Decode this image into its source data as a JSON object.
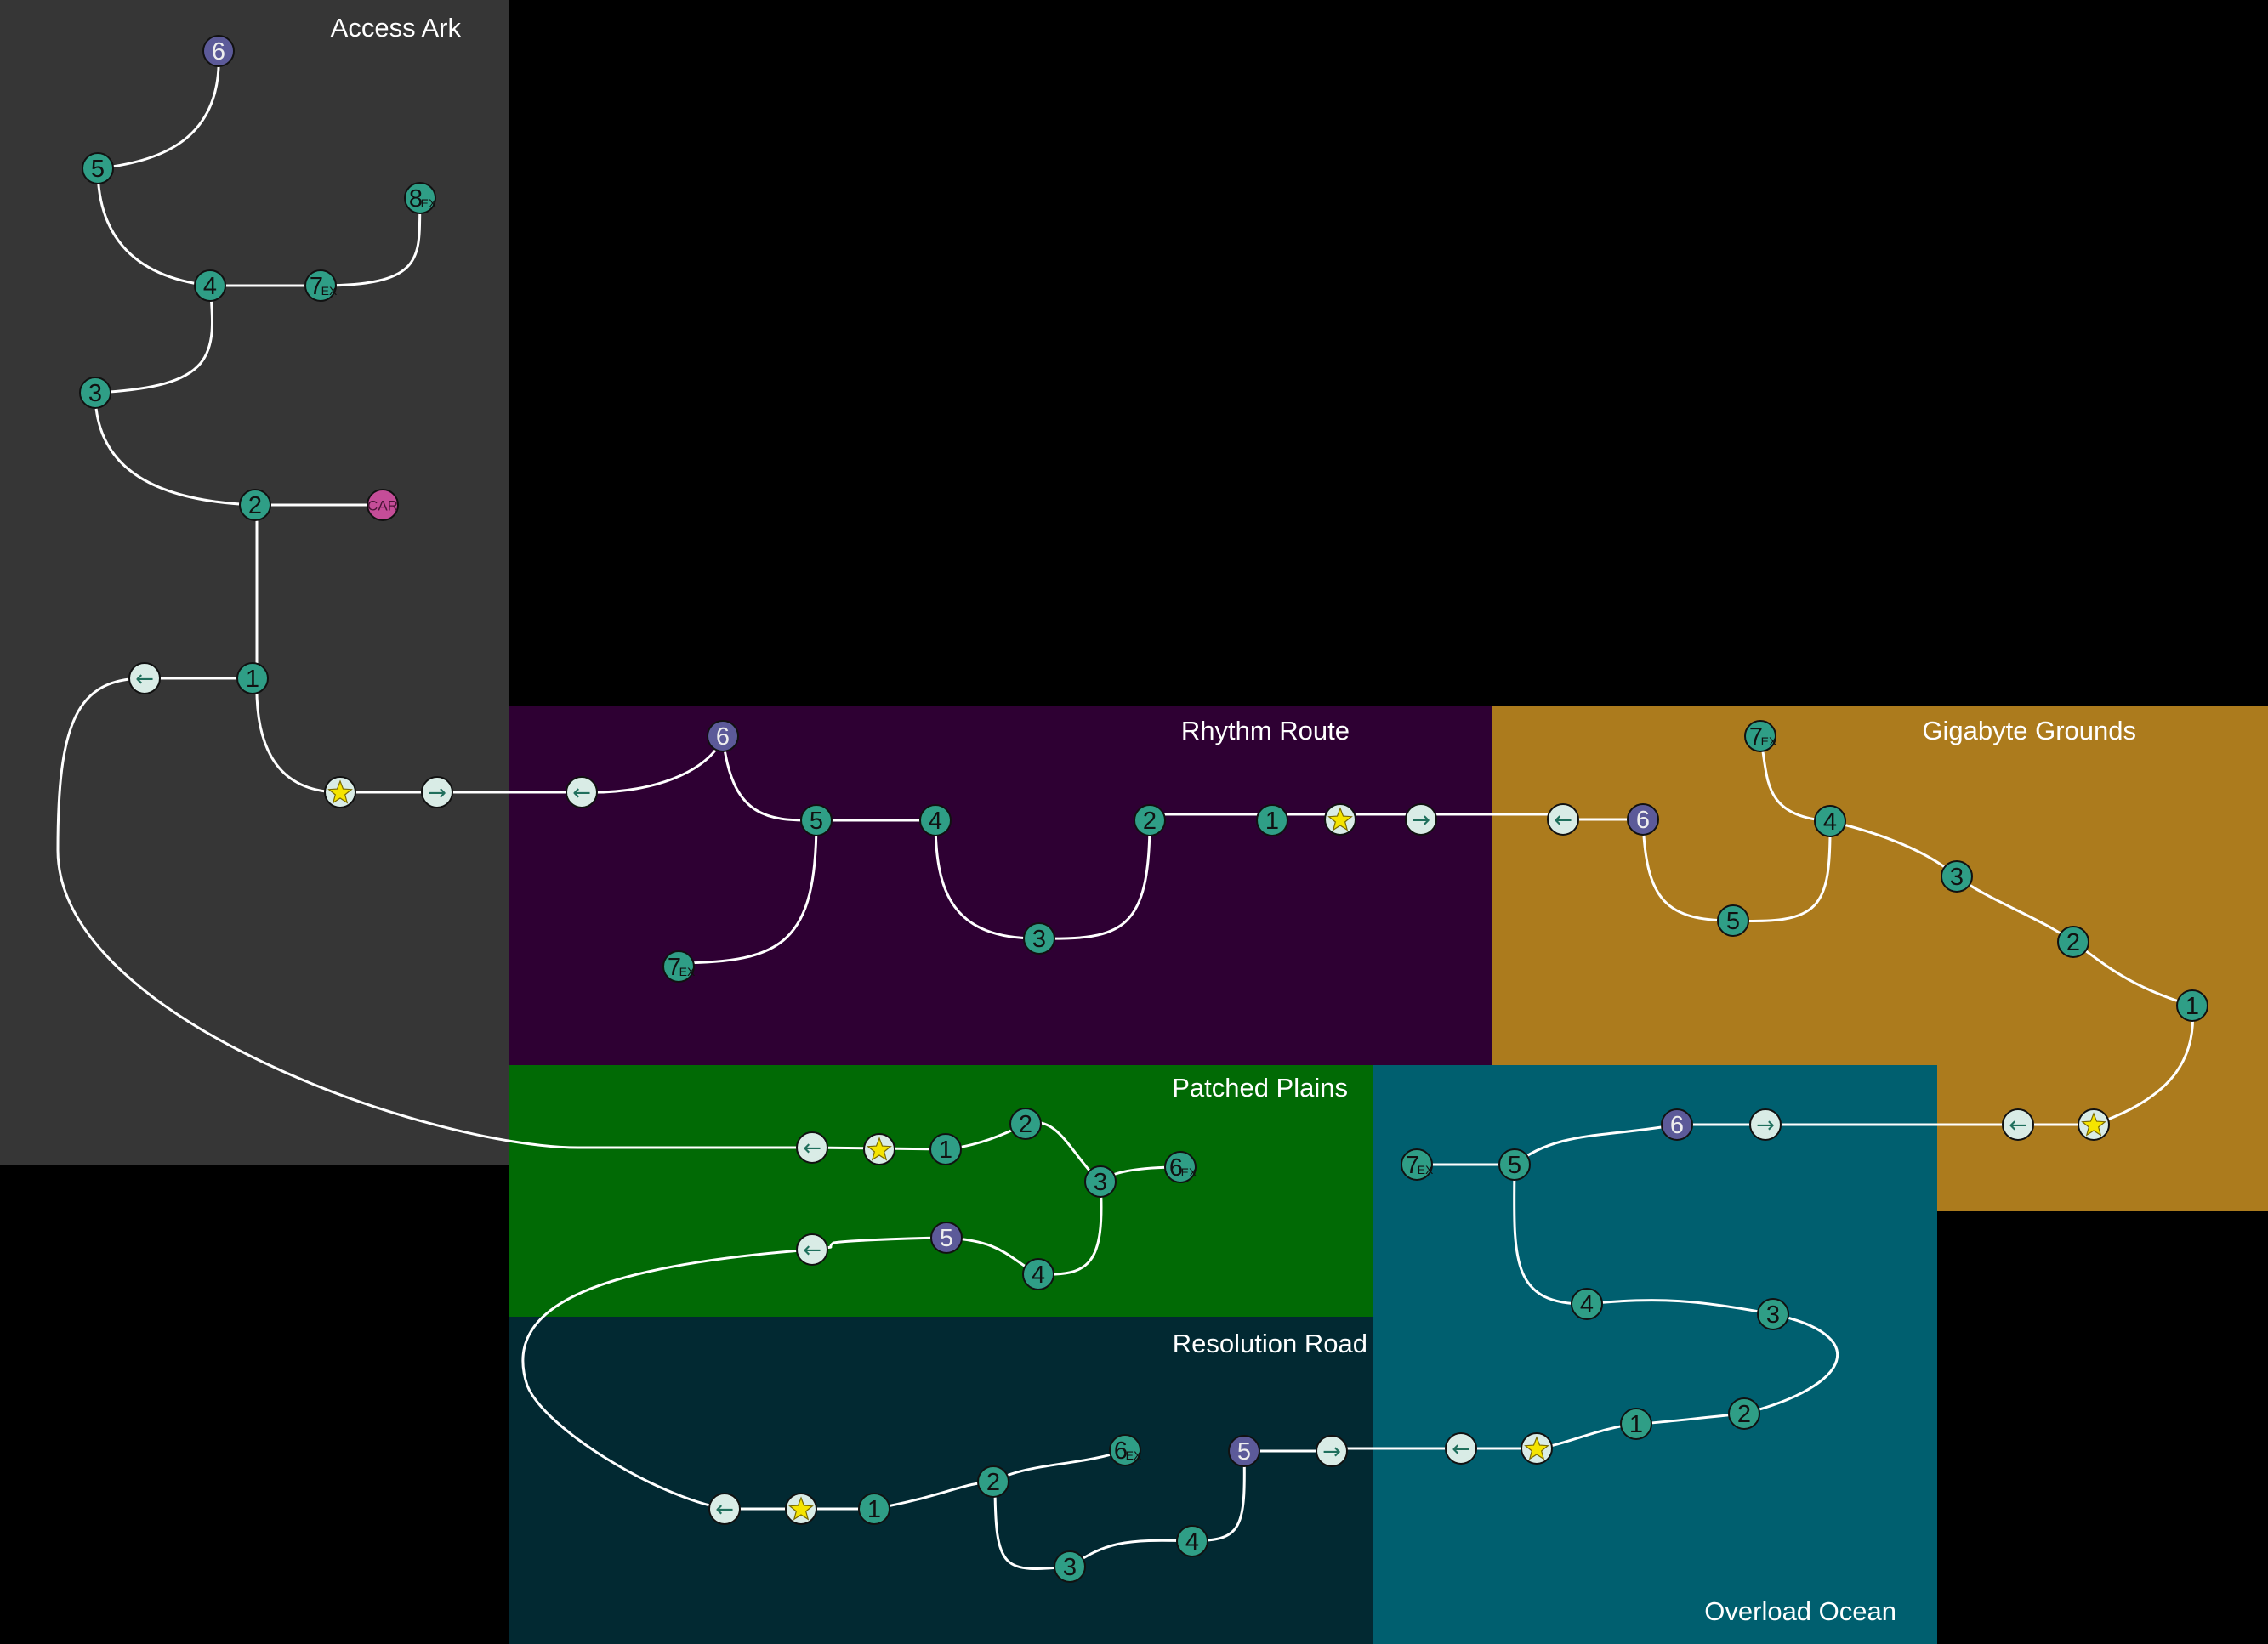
{
  "colors": {
    "background": "#000000",
    "level": "#2f9e86",
    "boss": "#5c5a99",
    "warp": "#d9ece6",
    "car": "#c54d98",
    "star_fill": "#f5e400",
    "path": "#ffffff"
  },
  "regions": [
    {
      "key": "access",
      "name": "Access Ark",
      "color": "#363636"
    },
    {
      "key": "rhythm",
      "name": "Rhythm Route",
      "color": "#2e0033"
    },
    {
      "key": "gigabyte",
      "name": "Gigabyte Grounds",
      "color": "#ac7b1d"
    },
    {
      "key": "patched",
      "name": "Patched Plains",
      "color": "#016a05"
    },
    {
      "key": "resolution",
      "name": "Resolution Road",
      "color": "#022932"
    },
    {
      "key": "overload",
      "name": "Overload Ocean",
      "color": "#005f6f"
    }
  ],
  "node_types": {
    "level": "level-node",
    "boss": "boss-node",
    "warp_left": "warp-left-node",
    "warp_right": "warp-right-node",
    "star": "star-node",
    "car": "car-node"
  },
  "nodes": {
    "aa6": {
      "type": "boss",
      "label": "6"
    },
    "aa5": {
      "type": "level",
      "label": "5"
    },
    "aa8": {
      "type": "level",
      "label": "8",
      "sub": "EX"
    },
    "aa4": {
      "type": "level",
      "label": "4"
    },
    "aa7": {
      "type": "level",
      "label": "7",
      "sub": "EX"
    },
    "aa3": {
      "type": "level",
      "label": "3"
    },
    "aa2": {
      "type": "level",
      "label": "2"
    },
    "aacar": {
      "type": "car",
      "label": "CAR"
    },
    "aa1": {
      "type": "level",
      "label": "1"
    },
    "aaL": {
      "type": "warp_left",
      "label": "←"
    },
    "aaS": {
      "type": "star",
      "label": "★"
    },
    "aaR": {
      "type": "warp_right",
      "label": "→"
    },
    "rrL": {
      "type": "warp_left",
      "label": "←"
    },
    "rr6": {
      "type": "boss",
      "label": "6"
    },
    "rr5": {
      "type": "level",
      "label": "5"
    },
    "rr4": {
      "type": "level",
      "label": "4"
    },
    "rr7": {
      "type": "level",
      "label": "7",
      "sub": "EX"
    },
    "rr3": {
      "type": "level",
      "label": "3"
    },
    "rr2": {
      "type": "level",
      "label": "2"
    },
    "rr1": {
      "type": "level",
      "label": "1"
    },
    "rrS": {
      "type": "star",
      "label": "★"
    },
    "rrR": {
      "type": "warp_right",
      "label": "→"
    },
    "ggL": {
      "type": "warp_left",
      "label": "←"
    },
    "gg6": {
      "type": "boss",
      "label": "6"
    },
    "gg7": {
      "type": "level",
      "label": "7",
      "sub": "EX"
    },
    "gg5": {
      "type": "level",
      "label": "5"
    },
    "gg4": {
      "type": "level",
      "label": "4"
    },
    "gg3": {
      "type": "level",
      "label": "3"
    },
    "gg2": {
      "type": "level",
      "label": "2"
    },
    "gg1": {
      "type": "level",
      "label": "1"
    },
    "ggS": {
      "type": "star",
      "label": "★"
    },
    "gg2L": {
      "type": "warp_left",
      "label": "←"
    },
    "ppL1": {
      "type": "warp_left",
      "label": "←"
    },
    "ppS": {
      "type": "star",
      "label": "★"
    },
    "pp1": {
      "type": "level",
      "label": "1"
    },
    "pp2": {
      "type": "level",
      "label": "2"
    },
    "pp3": {
      "type": "level",
      "label": "3"
    },
    "pp6": {
      "type": "level",
      "label": "6",
      "sub": "EX"
    },
    "pp4": {
      "type": "level",
      "label": "4"
    },
    "pp5": {
      "type": "boss",
      "label": "5"
    },
    "ppL2": {
      "type": "warp_left",
      "label": "←"
    },
    "ooR": {
      "type": "warp_right",
      "label": "→"
    },
    "oo6": {
      "type": "boss",
      "label": "6"
    },
    "oo7": {
      "type": "level",
      "label": "7",
      "sub": "EX"
    },
    "oo5": {
      "type": "level",
      "label": "5"
    },
    "oo4": {
      "type": "level",
      "label": "4"
    },
    "oo3": {
      "type": "level",
      "label": "3"
    },
    "oo2": {
      "type": "level",
      "label": "2"
    },
    "oo1": {
      "type": "level",
      "label": "1"
    },
    "ooS": {
      "type": "star",
      "label": "★"
    },
    "ooL": {
      "type": "warp_left",
      "label": "←"
    },
    "resR": {
      "type": "warp_right",
      "label": "→"
    },
    "res5": {
      "type": "boss",
      "label": "5"
    },
    "res4": {
      "type": "level",
      "label": "4"
    },
    "res3": {
      "type": "level",
      "label": "3"
    },
    "res2": {
      "type": "level",
      "label": "2"
    },
    "res6": {
      "type": "level",
      "label": "6",
      "sub": "EX"
    },
    "res1": {
      "type": "level",
      "label": "1"
    },
    "resS": {
      "type": "star",
      "label": "★"
    },
    "resL": {
      "type": "warp_left",
      "label": "←"
    }
  }
}
